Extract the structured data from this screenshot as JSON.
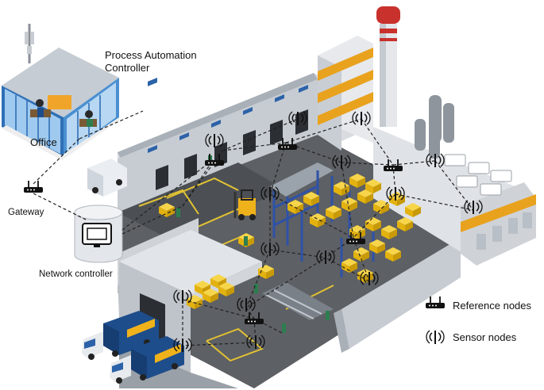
{
  "labels": {
    "process_automation_controller": "Process Automation Controller",
    "office": "Office",
    "gateway": "Gateway",
    "network_controller": "Network controller"
  },
  "legend": {
    "reference_nodes": "Reference nodes",
    "sensor_nodes": "Sensor nodes"
  },
  "colors": {
    "wall_light": "#d9dde2",
    "wall_dark": "#b8bec6",
    "floor": "#5d6064",
    "floor_dock": "#4a4d51",
    "accent_orange": "#e9a21e",
    "rack_blue": "#2f52a8",
    "box_yellow": "#f2c417",
    "truck_blue": "#1e4d8c",
    "office_blue": "#4a8fd0",
    "chimney_red": "#c8312c",
    "link_dashed": "#222222"
  },
  "icons": {
    "reference_node": "router-icon",
    "sensor_node": "antenna-icon",
    "gateway": "router-icon",
    "network_controller": "server-icon",
    "office_tower": "cell-tower-icon"
  }
}
